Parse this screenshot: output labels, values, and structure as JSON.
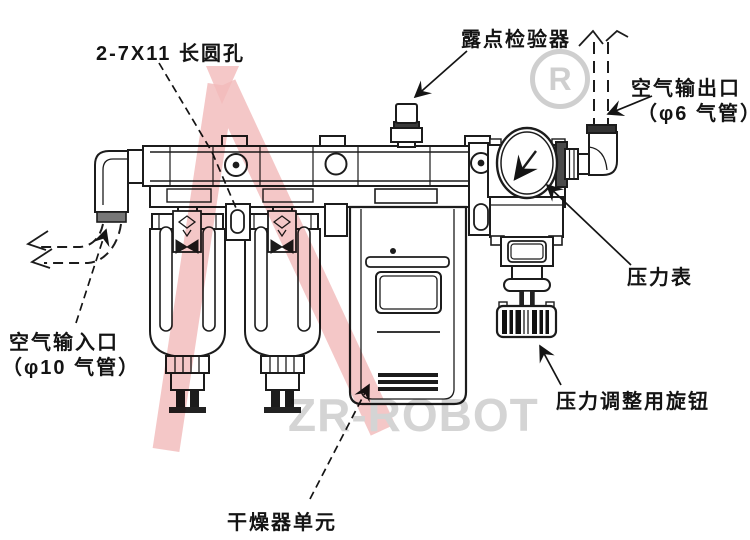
{
  "diagram": {
    "labels": {
      "slot_hole": "2-7X11 长圆孔",
      "dew_point_checker": "露点检验器",
      "air_outlet": {
        "line1": "空气输出口",
        "line2": "（φ6 气管）"
      },
      "pressure_gauge": "压力表",
      "pressure_adjust_knob": "压力调整用旋钮",
      "air_inlet": {
        "line1": "空气输入口",
        "line2": "（φ10 气管）"
      },
      "dryer_unit": "干燥器单元"
    },
    "watermarks": {
      "registered_symbol": "R",
      "brand": "ZR-ROBOT",
      "accent_red": "#f2baba",
      "gray": "#d4d4d4"
    },
    "components": [
      "inlet-elbow",
      "manifold-rail",
      "filter-unit-1",
      "filter-unit-2",
      "slot-bracket",
      "dryer-unit",
      "dew-point-checker",
      "pressure-regulator",
      "pressure-gauge",
      "pressure-adjust-knob",
      "outlet-elbow"
    ],
    "colors": {
      "line": "#1c1c1c",
      "background": "#ffffff"
    }
  }
}
